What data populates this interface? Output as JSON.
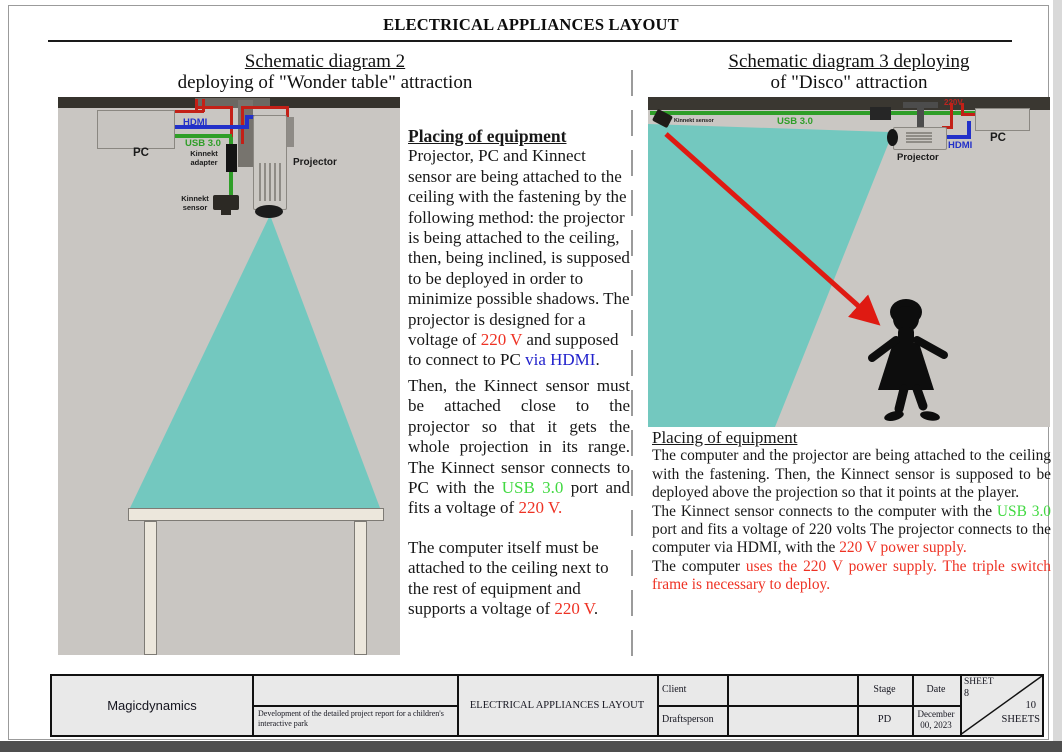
{
  "header": {
    "title": "ELECTRICAL APPLIANCES LAYOUT"
  },
  "left": {
    "heading1": "Schematic diagram 2",
    "heading2": "deploying of \"Wonder table\" attraction",
    "diagram": {
      "pc": "PC",
      "hdmi": "HDMI",
      "usb": "USB 3.0",
      "adapter_line1": "Kinnekt",
      "adapter_line2": "adapter",
      "sensor_line1": "Kinnekt",
      "sensor_line2": "sensor",
      "projector": "Projector"
    },
    "placing": {
      "heading": "Placing of equipment",
      "p1a": "Projector, PC and Kinnect sensor are being attached to the ceiling with the fastening by the following method: the projector is being attached to the ceiling, then, being inclined, is supposed to be deployed in order to minimize possible shadows. The projector is designed for a voltage of ",
      "p1red": "220 V",
      "p1b": " and supposed to connect to PC ",
      "p1blue": "via HDMI",
      "p1c": ".",
      "p2a": "Then, the Kinnect sensor must be attached close to the projector so that it gets the whole projection in its range. The Kinnect sensor connects to PC with the ",
      "p2green": "USB 3.0",
      "p2b": " port and fits a voltage of ",
      "p2red": "220 V.",
      "p3a": "The computer itself must be attached to the ceiling next to the rest of equipment and supports a voltage of ",
      "p3red": "220 V",
      "p3b": "."
    }
  },
  "right": {
    "heading1": "Schematic diagram 3 deploying",
    "heading2": "of \"Disco\" attraction",
    "diagram": {
      "sensor": "Kinnekt sensor",
      "usb": "USB 3.0",
      "v220": "220V",
      "hdmi": "HDMI",
      "pc": "PC",
      "projector": "Projector"
    },
    "placing": {
      "heading": "Placing of equipment",
      "p1": "The computer and the projector are being attached to the ceiling with the fastening. Then, the Kinnect sensor is supposed to be deployed above the projection so that it points at the player.",
      "p2a": "The Kinnect sensor connects to the computer with the ",
      "p2green": "USB 3.0",
      "p2b": " port and fits a voltage of 220 volts The projector connects to the computer via HDMI, with the ",
      "p2red": "220 V power supply.",
      "p3a": "The computer ",
      "p3red": "uses the 220 V power supply. The triple switch frame is necessary to deploy."
    }
  },
  "titleblock": {
    "company": "Magicdynamics",
    "project": "Development of the detailed project report for a children's interactive park",
    "drawing_title": "ELECTRICAL APPLIANCES LAYOUT",
    "client_label": "Client",
    "draftsperson_label": "Draftsperson",
    "stage_label": "Stage",
    "stage_value": "PD",
    "date_label": "Date",
    "date_value": "December 00, 2023",
    "sheet_label": "SHEET",
    "sheet_number": "8",
    "sheets_count": "10",
    "sheets_label": "SHEETS"
  },
  "colors": {
    "projection_teal": "#73c8bf",
    "cable_red": "#c32017",
    "cable_blue": "#2230c9",
    "cable_green": "#2f9e28",
    "text_red": "#ee3224",
    "text_green": "#41d941",
    "text_blue": "#2222cc",
    "diagram_bg": "#c9c6c2",
    "titleblock_bg": "#e9e9e9"
  }
}
